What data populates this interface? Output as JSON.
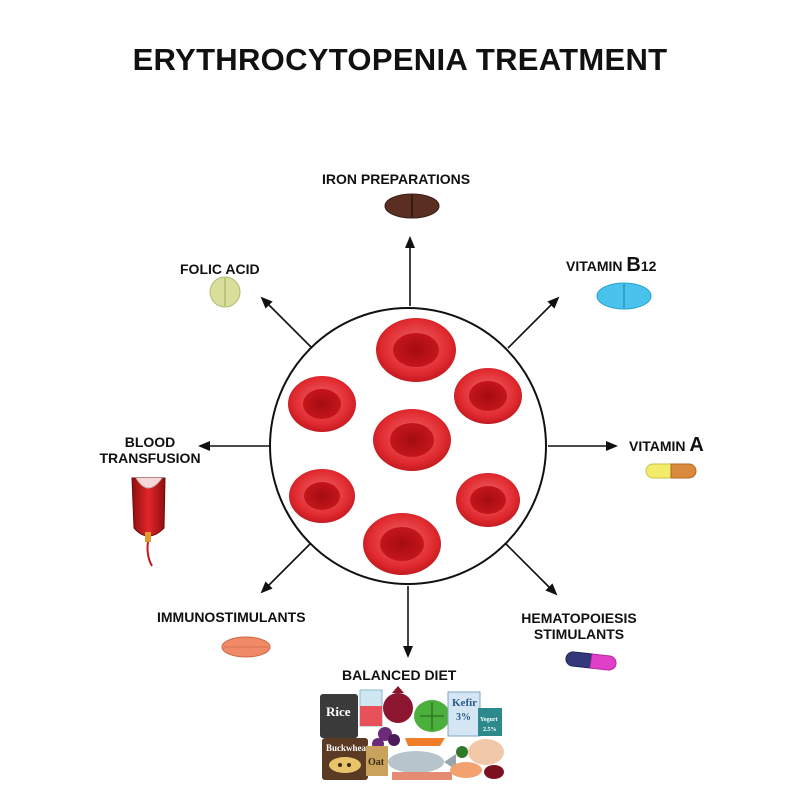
{
  "title": "ERYTHROCYTOPENIA TREATMENT",
  "nodes": {
    "iron": "IRON PREPARATIONS",
    "folic": "FOLIC ACID",
    "b12_prefix": "VITAMIN ",
    "b12_big": "B",
    "b12_suffix": "12",
    "a_prefix": "VITAMIN ",
    "a_big": "A",
    "blood_1": "BLOOD",
    "blood_2": "TRANSFUSION",
    "immuno": "IMMUNOSTIMULANTS",
    "hema_1": "HEMATOPOIESIS",
    "hema_2": "STIMULANTS",
    "diet": "BALANCED DIET"
  },
  "food_labels": {
    "rice": "Rice",
    "kefir": "Kefir",
    "kefir_pct": "3%",
    "yogurt": "Yogurt",
    "yogurt_pct": "2.5%",
    "buckwheat": "Buckwheat",
    "oat": "Oat"
  },
  "colors": {
    "iron_pill": "#5a2f22",
    "folic_pill": "#d9df9a",
    "b12_pill": "#49c3ee",
    "vitamin_a_yellow": "#f3ec6a",
    "vitamin_a_orange": "#d98a3c",
    "immuno_pill": "#f08a66",
    "hema_blue": "#33387a",
    "hema_pink": "#e040c8",
    "cell": "#d92228"
  }
}
